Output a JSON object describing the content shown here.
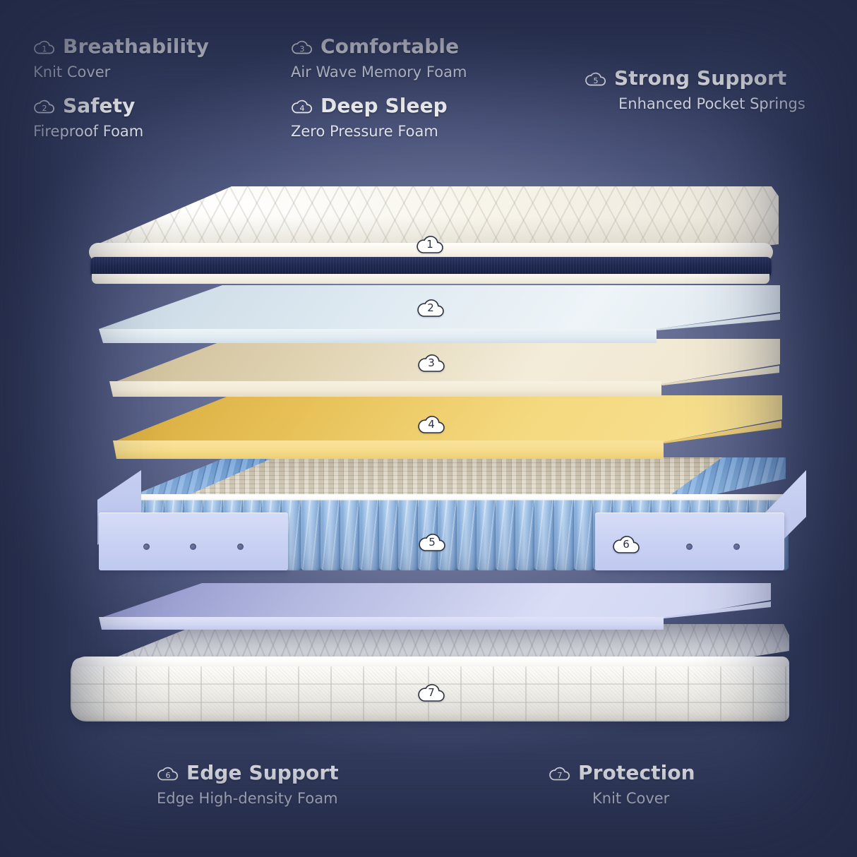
{
  "theme": {
    "background_dark": "#2b3453",
    "background_center": "#8087a9",
    "text_primary": "#ffffff",
    "text_secondary": "#e6e9f3",
    "navy_band": "#1d2750",
    "foam_cream": "#f3ecd9",
    "foam_yellow": "#f5d97f",
    "spring_blue": "#9dc0e6",
    "edge_foam_lavender": "#cbd3f4"
  },
  "features": [
    {
      "number": "1",
      "title": "Breathability",
      "subtitle": "Knit Cover",
      "icon": "cloud-number-icon"
    },
    {
      "number": "2",
      "title": "Safety",
      "subtitle": "Fireproof Foam",
      "icon": "cloud-number-icon"
    },
    {
      "number": "3",
      "title": "Comfortable",
      "subtitle": "Air Wave Memory Foam",
      "icon": "cloud-number-icon"
    },
    {
      "number": "4",
      "title": "Deep Sleep",
      "subtitle": "Zero Pressure Foam",
      "icon": "cloud-number-icon"
    },
    {
      "number": "5",
      "title": "Strong Support",
      "subtitle": "Enhanced Pocket Springs",
      "icon": "cloud-number-icon"
    },
    {
      "number": "6",
      "title": "Edge Support",
      "subtitle": "Edge High-density Foam",
      "icon": "cloud-number-icon"
    },
    {
      "number": "7",
      "title": "Protection",
      "subtitle": "Knit Cover",
      "icon": "cloud-number-icon"
    }
  ],
  "layers": [
    {
      "badge": "1",
      "name": "knit-cover-top",
      "description": "Quilted knit cover with navy border band"
    },
    {
      "badge": "2",
      "name": "fireproof-foam",
      "description": "Pale blue fireproof foam layer"
    },
    {
      "badge": "3",
      "name": "air-wave-memory-foam",
      "description": "Cream air wave memory foam"
    },
    {
      "badge": "4",
      "name": "zero-pressure-foam",
      "description": "Yellow zero pressure foam"
    },
    {
      "badge": "5",
      "name": "pocket-spring-unit",
      "description": "Enhanced individually wrapped pocket springs"
    },
    {
      "badge": "6",
      "name": "edge-support-foam",
      "description": "High-density edge support foam rail"
    },
    {
      "badge": "7",
      "name": "knit-cover-base",
      "description": "Quilted knit cover base"
    }
  ]
}
